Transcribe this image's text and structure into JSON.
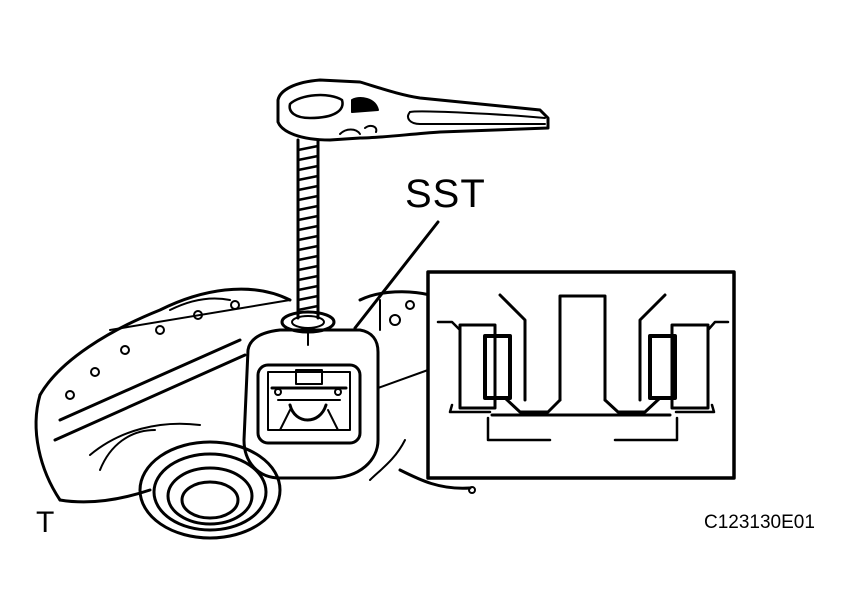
{
  "diagram": {
    "labels": {
      "tool": "SST",
      "view_marker": "T",
      "figure_code": "C123130E01"
    },
    "colors": {
      "line": "#000000",
      "background": "#ffffff"
    },
    "parts": [
      "adjustable-wrench",
      "threaded-bolt",
      "special-service-tool",
      "transaxle-case",
      "detail-inset-bearing-section"
    ]
  }
}
